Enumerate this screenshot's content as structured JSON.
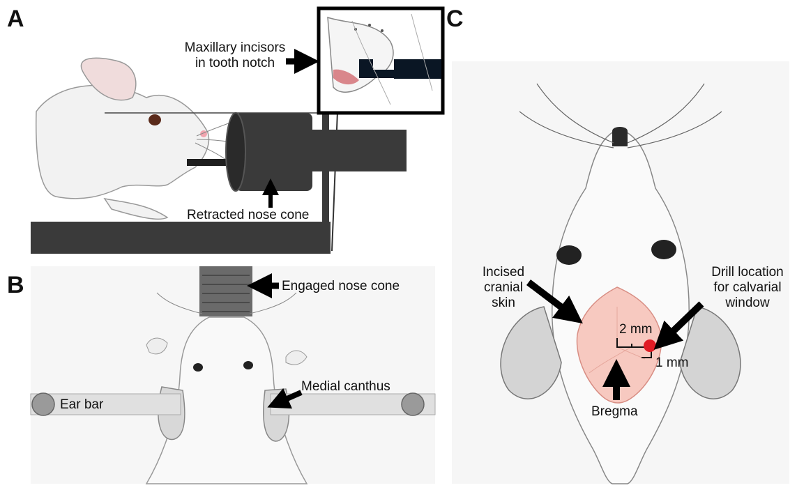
{
  "panels": {
    "a": {
      "letter": "A",
      "inset_label_line1": "Maxillary incisors",
      "inset_label_line2": "in tooth notch",
      "nose_cone_label": "Retracted nose cone"
    },
    "b": {
      "letter": "B",
      "nose_cone_label": "Engaged nose cone",
      "canthus_label": "Medial canthus",
      "ear_bar_label": "Ear bar"
    },
    "c": {
      "letter": "C",
      "skin_label_line1": "Incised",
      "skin_label_line2": "cranial",
      "skin_label_line3": "skin",
      "drill_label_line1": "Drill location",
      "drill_label_line2": "for calvarial",
      "drill_label_line3": "window",
      "dim_horizontal": "2 mm",
      "dim_vertical": "1 mm",
      "bregma_label": "Bregma"
    }
  },
  "colors": {
    "arrow": "#000000",
    "stage": "#3a3a3a",
    "skin_window": "#f7c9c0",
    "drill_point": "#e01b24",
    "panel_bg": "#f6f6f6"
  }
}
